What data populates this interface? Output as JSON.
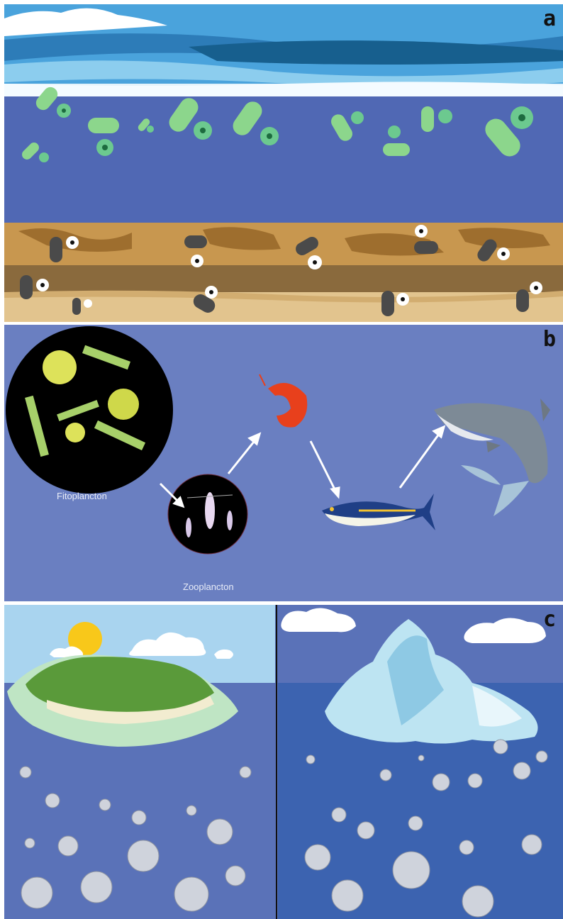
{
  "panels": {
    "a": {
      "letter": "a"
    },
    "b": {
      "letter": "b",
      "phyto_label": "Fitoplancton",
      "zoo_label": "Zooplancton"
    },
    "c": {
      "letter": "c"
    }
  },
  "colors": {
    "ocean_a": "#5068b4",
    "ocean_b": "#6a7fc1",
    "ocean_c_left": "#5a72b8",
    "ocean_c_right": "#3c63b0",
    "sky": "#a9d4ef",
    "sediment": "#c8974f",
    "microbe_green": "#8cd68c",
    "microbe_dark": "#4a4a4a",
    "shrimp": "#e8401c",
    "tuna_yellow": "#f2c230",
    "sun": "#f8c81a"
  },
  "icons": [
    "green-bacteria-icon",
    "dark-bacteria-icon",
    "phytoplankton-icon",
    "zooplankton-icon",
    "shrimp-icon",
    "tuna-icon",
    "shark-icon",
    "island-icon",
    "iceberg-icon",
    "cloud-icon",
    "sun-icon",
    "foraminifera-icon"
  ]
}
